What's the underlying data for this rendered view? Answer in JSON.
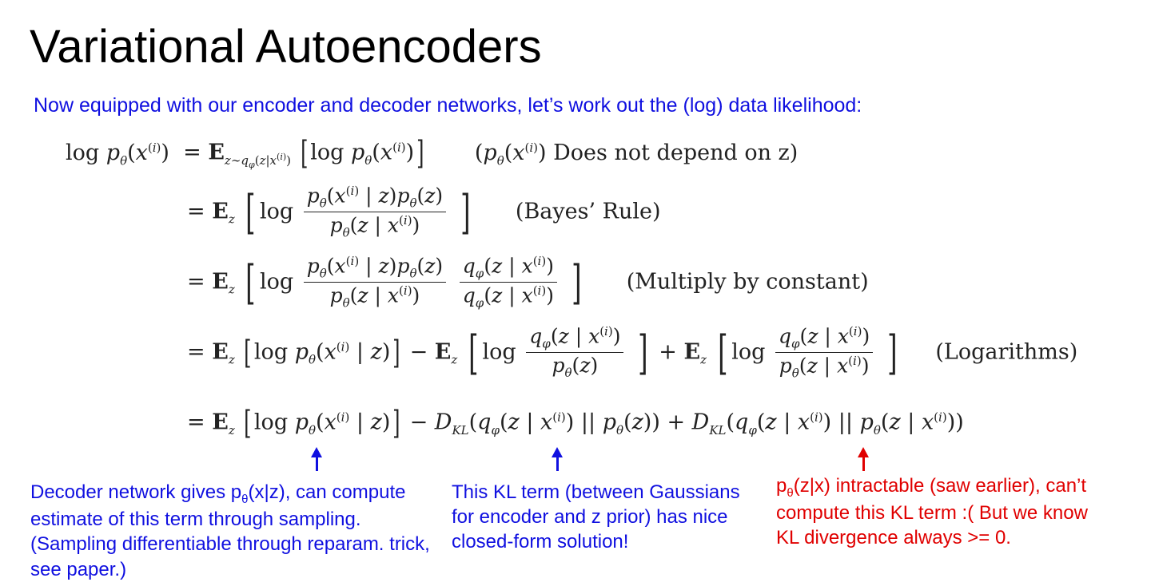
{
  "title": "Variational Autoencoders",
  "subtitle": "Now equipped with our encoder and decoder networks, let’s work out the (log) data likelihood:",
  "equations": {
    "line1": {
      "lhs": "log p",
      "note": "Does not depend on z"
    },
    "line2": {
      "note": "(Bayes’ Rule)"
    },
    "line3": {
      "note": "(Multiply by constant)"
    },
    "line4": {
      "note": "(Logarithms)"
    }
  },
  "annotations": {
    "decoder": {
      "pre": "Decoder network gives p",
      "sub": "θ",
      "post": "(x|z), can compute estimate of this term through sampling. (Sampling differentiable through reparam. trick, see paper.)",
      "color": "#1010e0"
    },
    "kl": {
      "text": "This KL term (between Gaussians for encoder and z prior) has nice closed-form solution!",
      "color": "#1010e0"
    },
    "intractable": {
      "pre": "p",
      "sub": "θ",
      "post": "(z|x) intractable (saw earlier), can’t compute this KL term :(  But we know KL divergence always  >= 0.",
      "color": "#e00000"
    }
  }
}
